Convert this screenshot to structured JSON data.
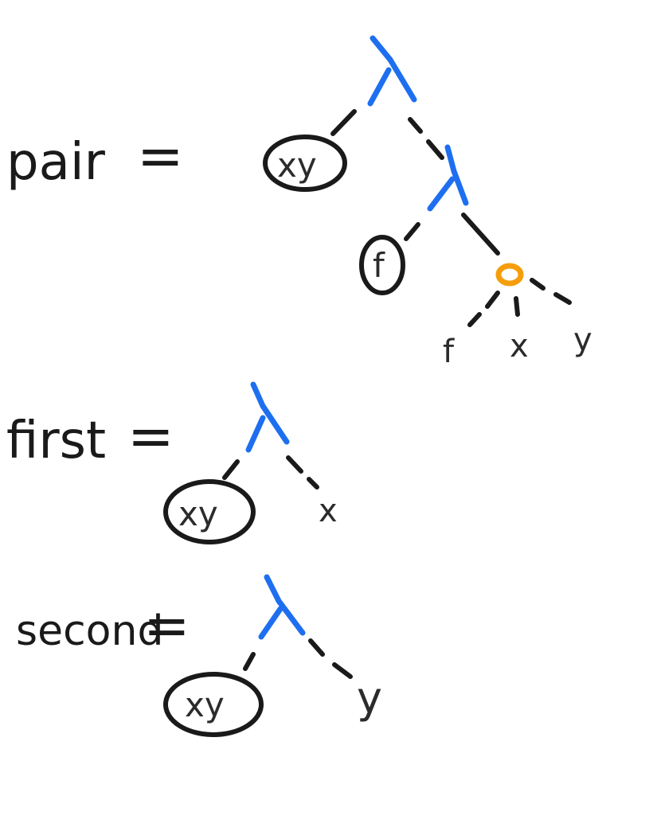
{
  "definitions": [
    {
      "name": "pair",
      "equals": "=",
      "binder": "xy",
      "inner_binder": "f",
      "leaves": [
        "f",
        "x",
        "y"
      ]
    },
    {
      "name": "first",
      "equals": "=",
      "binder": "xy",
      "body": "x"
    },
    {
      "name": "second",
      "equals": "=",
      "binder": "xy",
      "body": "y"
    }
  ],
  "colors": {
    "lambda": "#1e6ff0",
    "application": "#f59e0b",
    "ink": "#1a1a1a"
  }
}
